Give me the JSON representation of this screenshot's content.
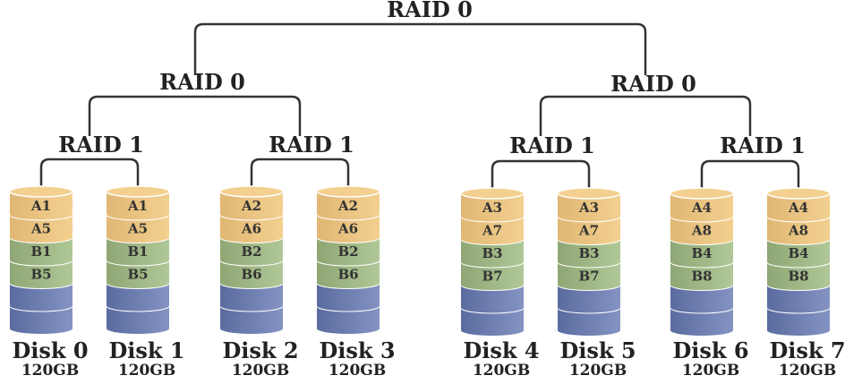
{
  "top": {
    "label": "RAID 0"
  },
  "groups": [
    {
      "label": "RAID 0",
      "mirrors": [
        {
          "label": "RAID 1",
          "disks": [
            {
              "name": "Disk 0",
              "size": "120GB",
              "blocks": [
                "A1",
                "A5",
                "B1",
                "B5",
                "",
                ""
              ]
            },
            {
              "name": "Disk 1",
              "size": "120GB",
              "blocks": [
                "A1",
                "A5",
                "B1",
                "B5",
                "",
                ""
              ]
            }
          ]
        },
        {
          "label": "RAID 1",
          "disks": [
            {
              "name": "Disk 2",
              "size": "120GB",
              "blocks": [
                "A2",
                "A6",
                "B2",
                "B6",
                "",
                ""
              ]
            },
            {
              "name": "Disk 3",
              "size": "120GB",
              "blocks": [
                "A2",
                "A6",
                "B2",
                "B6",
                "",
                ""
              ]
            }
          ]
        }
      ]
    },
    {
      "label": "RAID 0",
      "mirrors": [
        {
          "label": "RAID 1",
          "disks": [
            {
              "name": "Disk 4",
              "size": "120GB",
              "blocks": [
                "A3",
                "A7",
                "B3",
                "B7",
                "",
                ""
              ]
            },
            {
              "name": "Disk 5",
              "size": "120GB",
              "blocks": [
                "A3",
                "A7",
                "B3",
                "B7",
                "",
                ""
              ]
            }
          ]
        },
        {
          "label": "RAID 1",
          "disks": [
            {
              "name": "Disk 6",
              "size": "120GB",
              "blocks": [
                "A4",
                "A8",
                "B4",
                "B8",
                "",
                ""
              ]
            },
            {
              "name": "Disk 7",
              "size": "120GB",
              "blocks": [
                "A4",
                "A8",
                "B4",
                "B8",
                "",
                ""
              ]
            }
          ]
        }
      ]
    }
  ],
  "colors": {
    "line": "#333333",
    "text": "#222222",
    "block_text": "#333333",
    "band_a": [
      "#e0b774",
      "#f3d08f"
    ],
    "band_b": [
      "#8fa774",
      "#b0c797"
    ],
    "band_empty": [
      "#5a6b9f",
      "#8493c2"
    ]
  }
}
